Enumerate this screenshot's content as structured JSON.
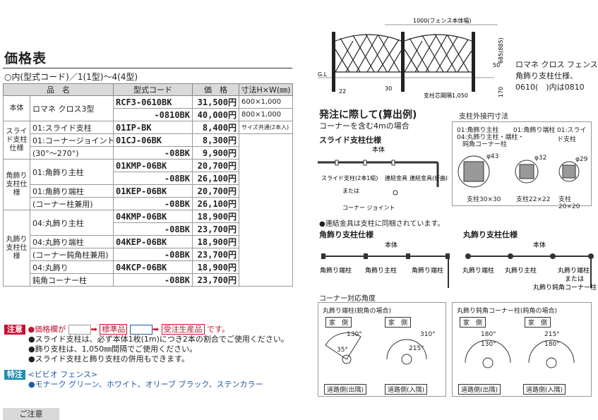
{
  "title": "価格表",
  "subtitle": "○内(型式コード)／1(1型)～4(4型)",
  "table": {
    "headers": [
      "品　名",
      "型式コード",
      "価　格",
      "寸法H×W(㎜)"
    ],
    "rows": [
      {
        "group": "本体",
        "name": "ロマネ クロス3型",
        "code": "RCF3-0610BK",
        "price": "31,500円",
        "size": "600×1,000"
      },
      {
        "code": "-0810BK",
        "price": "40,000円",
        "size": "800×1,000"
      },
      {
        "group": "スライド支柱仕様",
        "name": "01:スライド支柱",
        "code": "01IP-BK",
        "price": "8,400円",
        "size": "サイズ共通(2本入)"
      },
      {
        "name": "01:コーナージョイント",
        "code": "01CJ-06BK",
        "price": "8,300円"
      },
      {
        "name": "(30°～270°)",
        "code": "-08BK",
        "price": "9,900円"
      },
      {
        "group": "角飾り支柱仕様",
        "name": "01:角飾り主柱",
        "code": "01KMP-06BK",
        "price": "20,700円"
      },
      {
        "code": "-08BK",
        "price": "26,100円"
      },
      {
        "name": "01:角飾り端柱",
        "code": "01KEP-06BK",
        "price": "20,700円"
      },
      {
        "name": "(コーナー柱兼用)",
        "code": "-08BK",
        "price": "26,100円"
      },
      {
        "group": "丸飾り支柱仕様",
        "name": "04:丸飾り主柱",
        "code": "04KMP-06BK",
        "price": "18,900円"
      },
      {
        "code": "-08BK",
        "price": "23,700円"
      },
      {
        "name": "04:丸飾り端柱",
        "code": "04KEP-06BK",
        "price": "18,900円"
      },
      {
        "name": "(コーナー鈍角柱兼用)",
        "code": "-08BK",
        "price": "23,700円"
      },
      {
        "name": "04:丸飾り",
        "code": "04KCP-06BK",
        "price": "18,900円"
      },
      {
        "name": "鈍角コーナー柱",
        "code": "-08BK",
        "price": "23,700円"
      }
    ]
  },
  "notes": {
    "caution_tag": "注意",
    "caution_line1_a": "●価格欄が",
    "caution_line1_std": "標準品",
    "caution_line1_made": "受注生産品",
    "caution_line1_end": "です。",
    "lines": [
      "●スライド支柱は、必ず本体1枚(1m)につき2本の割合でご使用ください。",
      "●飾り支柱は、1,050㎜間隔でご使用ください。",
      "●スライド支柱と飾り支柱の併用もできます。"
    ],
    "special_tag": "特注",
    "special_title": "<ビビオ フェンス>",
    "special_line": "●モナーク グリーン、ホワイト、オリーブ ブラック、ステンカラー",
    "footer_tab": "ご注意"
  },
  "fence_drawing": {
    "top_label": "1000(フェンス本体幅)",
    "heights": "685(885)",
    "dim_50": "50",
    "dim_170": "170",
    "gl": "G.L",
    "dim_22": "22",
    "dim_30": "30",
    "post_spacing": "支柱芯間隔1,050",
    "caption1": "ロマネ クロス フェンス",
    "caption2": "角飾り支柱仕様、",
    "caption3": "0610(　)内は0810"
  },
  "order": {
    "heading": "発注に際して(算出例)",
    "sub": "コーナーを含む4mの場合",
    "slide_title": "スライド支柱仕様",
    "honntai": "本体",
    "slide_post_label": "スライド支柱(2本1組)",
    "connector_label": "連結金具",
    "connector_bent": "連結金具(折曲げて使用)",
    "or": "または",
    "corner_joint": "コーナー ジョイント",
    "connector_note": "●連結金具は支柱に同梱されています。",
    "kaku_title": "角飾り支柱仕様",
    "maru_title": "丸飾り支柱仕様",
    "end_post": "角飾り端柱",
    "main_post": "角飾り主柱",
    "maru_end": "丸飾り端柱",
    "maru_main": "丸飾り主柱",
    "maru_or": "または",
    "maru_corner": "丸飾り鈍角コーナー柱",
    "corner_angle": "コーナー対応角度"
  },
  "post_size": {
    "title": "支柱外接円寸法",
    "l1": "01:角飾り主柱",
    "l2": "04:丸飾り主柱・端柱・",
    "l3": "鈍角コーナー柱",
    "l4": "01:角飾り端柱",
    "l5": "01:スライド支柱",
    "d1": "φ43",
    "d2": "φ32",
    "d3": "φ29",
    "s1": "支柱30×30",
    "s2": "支柱22×22",
    "s3": "支柱20×20"
  },
  "angle": {
    "left_title": "丸飾り端柱(鋭角の場合)",
    "right_title": "丸飾り鈍角コーナー柱(鈍角の場合)",
    "house": "家　側",
    "road_out": "道路側(出隅)",
    "road_in": "道路側(入隅)",
    "a130": "130°",
    "a35": "35°",
    "a310": "310°",
    "a215": "215°",
    "a180": "180°"
  }
}
